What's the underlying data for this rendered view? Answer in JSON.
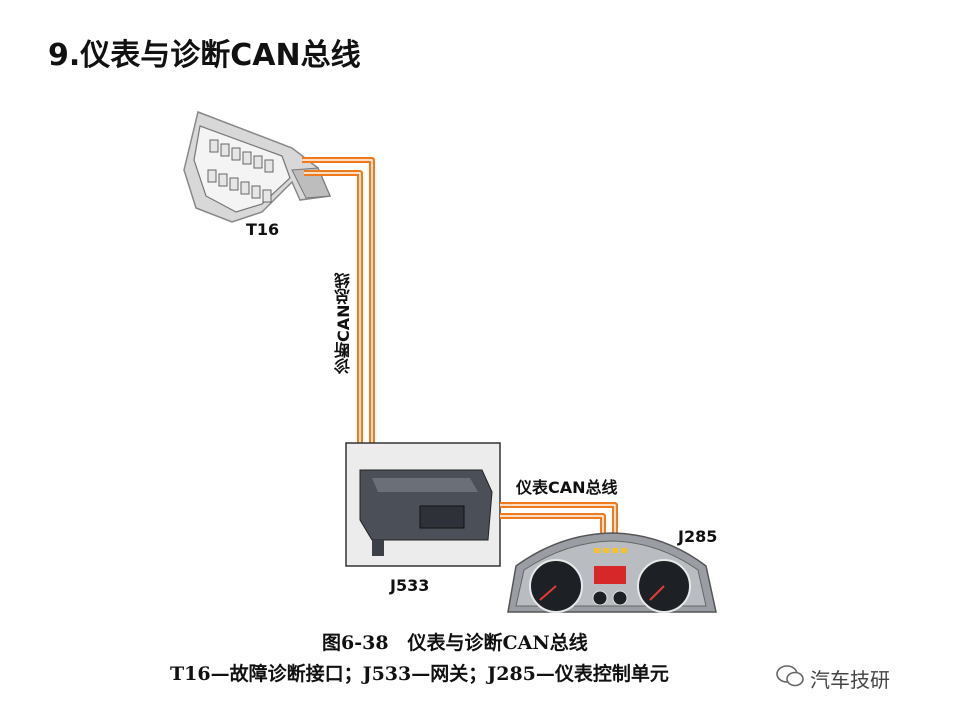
{
  "title": "9.仪表与诊断CAN总线",
  "labels": {
    "t16": "T16",
    "j533": "J533",
    "j285": "J285",
    "diag_bus": "诊断CAN总线",
    "inst_bus": "仪表CAN总线"
  },
  "caption": {
    "line1": "图6-38　仪表与诊断CAN总线",
    "line2": "T16—故障诊断接口；J533—网关；J285—仪表控制单元"
  },
  "watermark": {
    "text": "汽车技研"
  },
  "colors": {
    "wire_orange": "#f07a1e",
    "wire_white": "#ffffff"
  }
}
